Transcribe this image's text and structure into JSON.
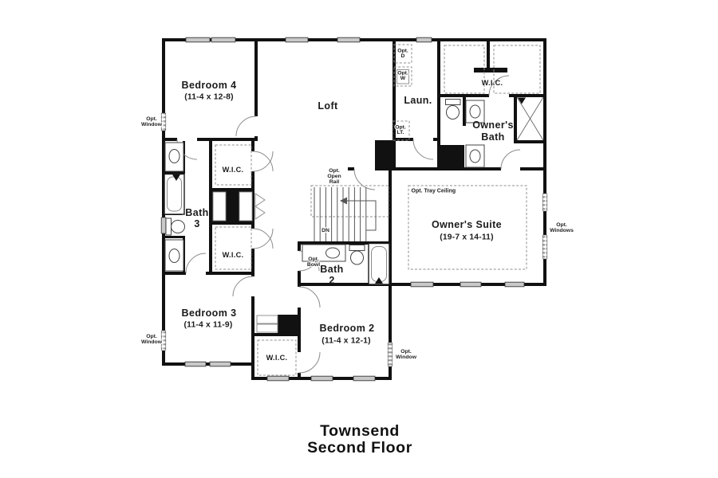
{
  "title": {
    "line1": "Townsend",
    "line2": "Second Floor"
  },
  "rooms": {
    "bedroom4": {
      "name": "Bedroom 4",
      "dims": "(11-4 x 12-8)"
    },
    "loft": {
      "name": "Loft"
    },
    "laundry": {
      "name": "Laun."
    },
    "wic": "W.I.C.",
    "owners_bath": {
      "line1": "Owner's",
      "line2": "Bath"
    },
    "owners_suite": {
      "name": "Owner's Suite",
      "dims": "(19-7 x 14-11)"
    },
    "bath3": {
      "line1": "Bath",
      "line2": "3"
    },
    "bath2": {
      "line1": "Bath",
      "line2": "2"
    },
    "bedroom3": {
      "name": "Bedroom 3",
      "dims": "(11-4 x 11-9)"
    },
    "bedroom2": {
      "name": "Bedroom 2",
      "dims": "(11-4 x 12-1)"
    }
  },
  "annotations": {
    "opt_window": {
      "line1": "Opt.",
      "line2": "Window"
    },
    "opt_windows": {
      "line1": "Opt.",
      "line2": "Windows"
    },
    "opt_open_rail": {
      "line1": "Opt.",
      "line2": "Open",
      "line3": "Rail"
    },
    "down": "DN",
    "opt_bowl": {
      "line1": "Opt.",
      "line2": "Bowl"
    },
    "opt_dryer": {
      "line1": "Opt.",
      "line2": "D"
    },
    "opt_washer": {
      "line1": "Opt.",
      "line2": "W"
    },
    "opt_laundry_tub": {
      "line1": "Opt.",
      "line2": "LT."
    },
    "opt_tray_ceiling": "Opt. Tray Ceiling"
  },
  "colors": {
    "wall": "#111111",
    "text": "#1b1b1b",
    "window_fill": "#c9c9c9",
    "dash_line": "#8f8f8f",
    "background": "#ffffff"
  }
}
